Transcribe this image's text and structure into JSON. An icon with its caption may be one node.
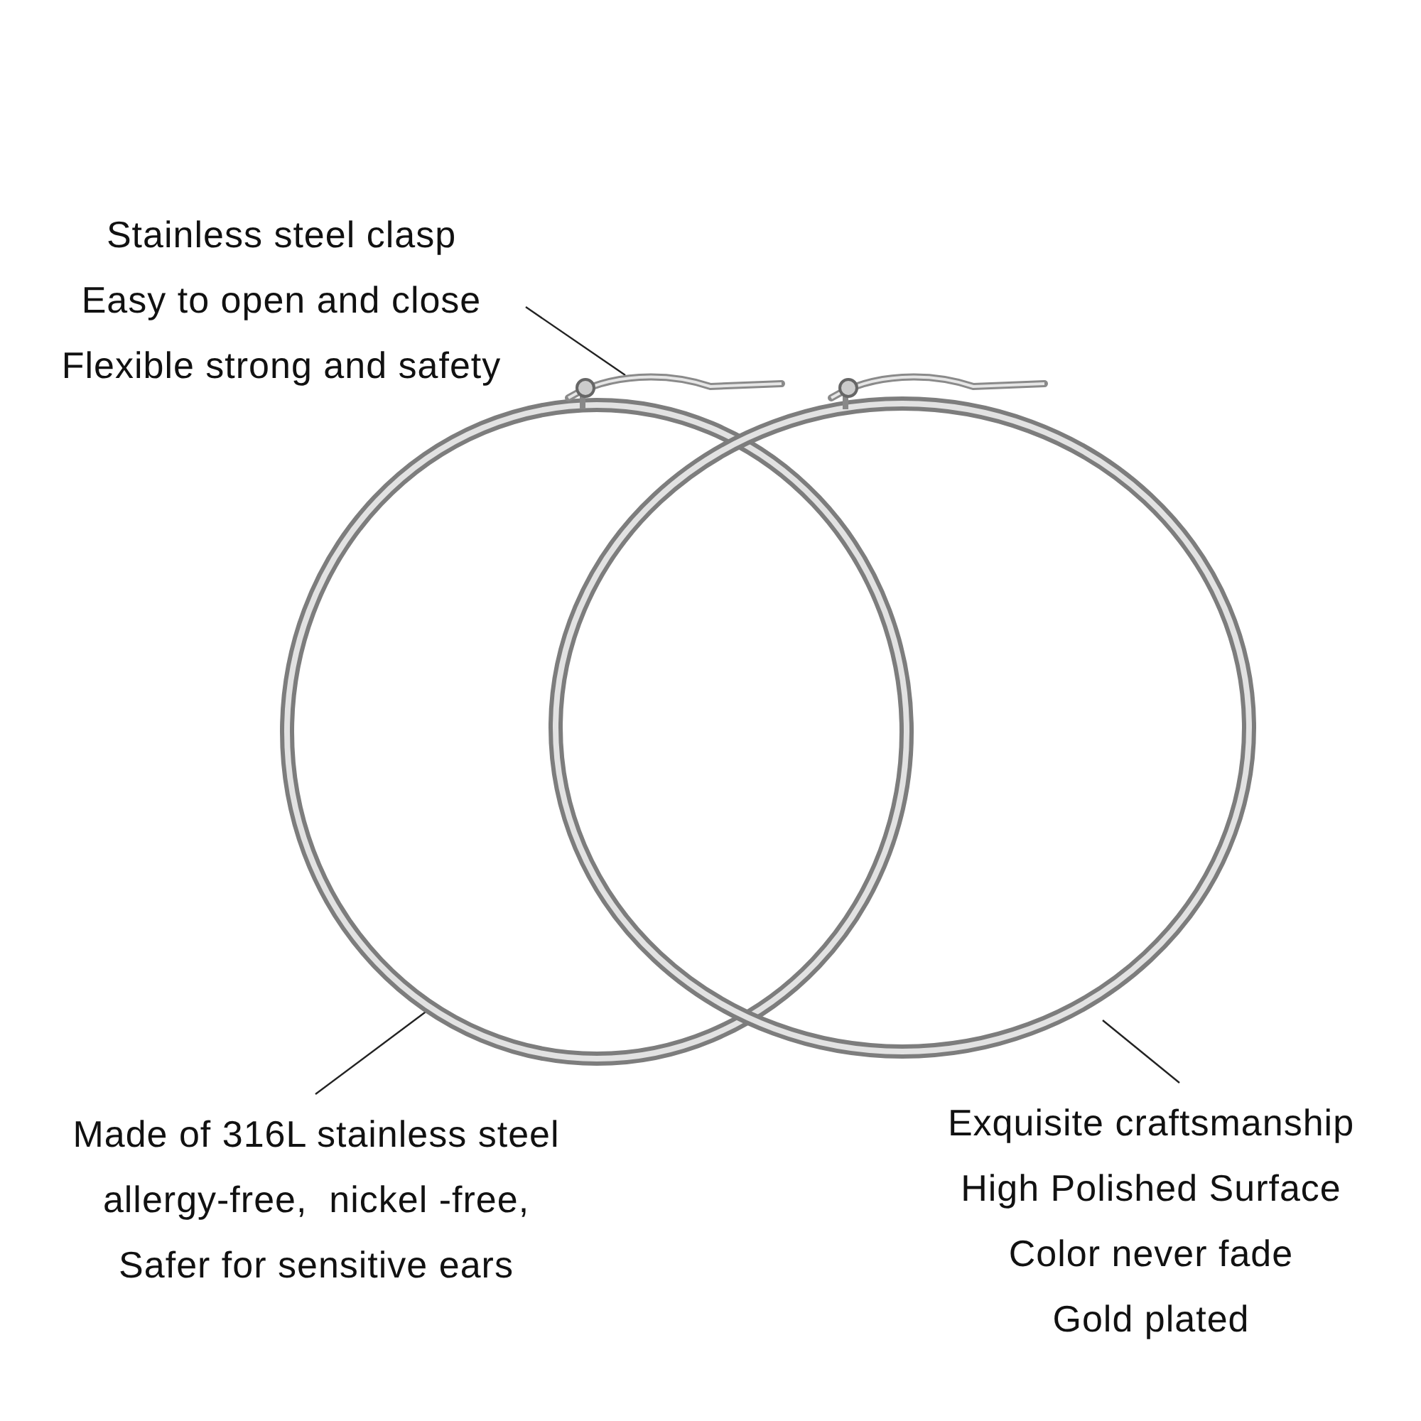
{
  "diagram": {
    "nodes": [
      {
        "text": [
          "Stainless steel clasp",
          "Easy to open and close",
          "Flexible strong and safety"
        ]
      },
      {
        "text": [],
        "shape": "picture"
      },
      {
        "text": [
          "Made of 316L stainless steel",
          "allergy-free,  nickel -free,",
          "Safer for sensitive ears"
        ]
      },
      {
        "text": [],
        "shape": "circle"
      },
      {
        "text": [
          "Exquisite craftsmanship",
          "High Polished Surface",
          "Color never fade",
          "Gold plated"
        ]
      },
      {
        "text": [],
        "shape": "circle"
      }
    ],
    "edges": [
      {
        "from": 0,
        "to": 1,
        "arrow": "none"
      },
      {
        "from": 2,
        "to": 3,
        "arrow": "none"
      },
      {
        "from": 4,
        "to": 5,
        "arrow": "none"
      }
    ]
  }
}
